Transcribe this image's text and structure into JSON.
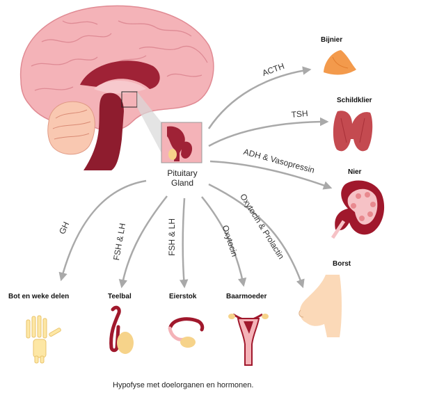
{
  "pituitary": {
    "line1": "Pituitary",
    "line2": "Gland"
  },
  "hormones": {
    "acth": "ACTH",
    "tsh": "TSH",
    "adh": "ADH & Vasopressin",
    "oxytocin_prolactin": "Oxytocin & Prolactin",
    "oxytocin": "Oxytocin",
    "fsh_lh_1": "FSH & LH",
    "fsh_lh_2": "FSH & LH",
    "gh": "GH"
  },
  "organs": {
    "bijnier": "Bijnier",
    "schildklier": "Schildklier",
    "nier": "Nier",
    "borst": "Borst",
    "bot": "Bot en weke delen",
    "teelbal": "Teelbal",
    "eierstok": "Eierstok",
    "baarmoeder": "Baarmoeder"
  },
  "caption": "Hypofyse met doelorganen en hormonen.",
  "colors": {
    "arrow": "#a9a9a9",
    "brain": "#f4b3b8",
    "brain_dark": "#8e1c2e",
    "organ_red": "#a0182c",
    "adrenal": "#f39a4c",
    "thyroid": "#c44a50",
    "skin": "#fbd9b8",
    "bone": "#fde7a5"
  },
  "icons": [
    "brain-illustration",
    "pituitary-zoom",
    "adrenal-icon",
    "thyroid-icon",
    "kidney-icon",
    "breast-icon",
    "hand-bones-icon",
    "testis-icon",
    "ovary-icon",
    "uterus-icon"
  ]
}
